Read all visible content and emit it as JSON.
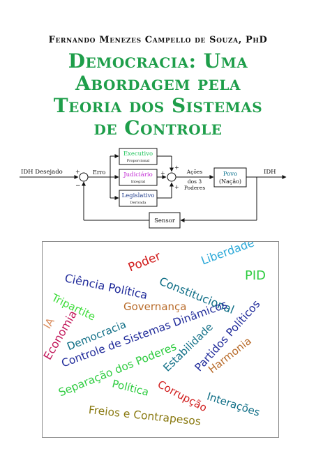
{
  "cover": {
    "author": "Fernando Menezes Campello de Souza, PhD",
    "title_lines": [
      "Democracia: Uma",
      "Abordagem pela",
      "Teoria dos Sistemas",
      "de Controle"
    ]
  },
  "diagram": {
    "input_label": "IDH Desejado",
    "erro_label": "Erro",
    "plus": "+",
    "minus": "−",
    "blocks": [
      {
        "name": "Executivo",
        "sub": "Proporcional",
        "color": "#22c55e"
      },
      {
        "name": "Judiciário",
        "sub": "Integral",
        "color": "#c026d3"
      },
      {
        "name": "Legislativo",
        "sub": "Derivada",
        "color": "#1e3a8a"
      }
    ],
    "actions_label": [
      "Ações",
      "dos 3",
      "Poderes"
    ],
    "plant_label": [
      "Povo",
      "(Nação)"
    ],
    "plant_color": "#0e7490",
    "output_label": "IDH",
    "sensor_label": "Sensor"
  },
  "word_cloud": [
    {
      "text": "Poder",
      "color": "#d11c1c"
    },
    {
      "text": "Liberdade",
      "color": "#29a8d8"
    },
    {
      "text": "Ciência Política",
      "color": "#1f2a9a"
    },
    {
      "text": "Constitucional",
      "color": "#0f6e86"
    },
    {
      "text": "PID",
      "color": "#2ecc40"
    },
    {
      "text": "Tripartite",
      "color": "#3ddc3a"
    },
    {
      "text": "Governança",
      "color": "#b86b2a"
    },
    {
      "text": "Controle de Sistemas Dinâmicos",
      "color": "#1f2a9a"
    },
    {
      "text": "IA",
      "color": "#d98a5a"
    },
    {
      "text": "Economia",
      "color": "#c2185b"
    },
    {
      "text": "Democracia",
      "color": "#0f6e86"
    },
    {
      "text": "Estabilidade",
      "color": "#0f6e86"
    },
    {
      "text": "Partidos Políticos",
      "color": "#1f2a9a"
    },
    {
      "text": "Separação dos Poderes",
      "color": "#2ecc40"
    },
    {
      "text": "Harmonia",
      "color": "#b86b2a"
    },
    {
      "text": "Política",
      "color": "#2ecc40"
    },
    {
      "text": "Corrupção",
      "color": "#d11c1c"
    },
    {
      "text": "Interações",
      "color": "#0f6e86"
    },
    {
      "text": "Freios e Contrapesos",
      "color": "#8a7a12"
    }
  ]
}
